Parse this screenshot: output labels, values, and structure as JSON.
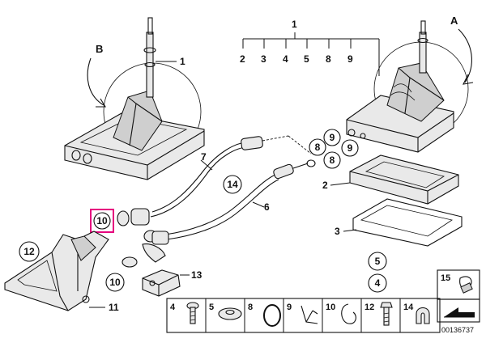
{
  "diagram": {
    "callouts": {
      "group": "1",
      "group_members": [
        "2",
        "3",
        "4",
        "5",
        "8",
        "9"
      ],
      "view_a": "A",
      "view_b": "B",
      "b_part": "1",
      "p7": "7",
      "p14": "14",
      "p6": "6",
      "p10_highlight": "10",
      "p10_lower": "10",
      "p12": "12",
      "p13": "13",
      "p11": "11",
      "p9_left": "9",
      "p9_right": "9",
      "p8_upper": "8",
      "p8_lower": "8",
      "p2": "2",
      "p3": "3",
      "p5": "5",
      "p4": "4"
    },
    "legend": [
      {
        "num": "4",
        "icon": "screw-icon"
      },
      {
        "num": "5",
        "icon": "washer-icon"
      },
      {
        "num": "8",
        "icon": "o-ring-icon"
      },
      {
        "num": "9",
        "icon": "clip-icon"
      },
      {
        "num": "10",
        "icon": "circlip-icon"
      },
      {
        "num": "12",
        "icon": "bolt-icon"
      },
      {
        "num": "14",
        "icon": "cable-clamp-icon"
      }
    ],
    "inset_15": "15",
    "doc_number": "00136737",
    "highlight_color": "#e6007e"
  }
}
